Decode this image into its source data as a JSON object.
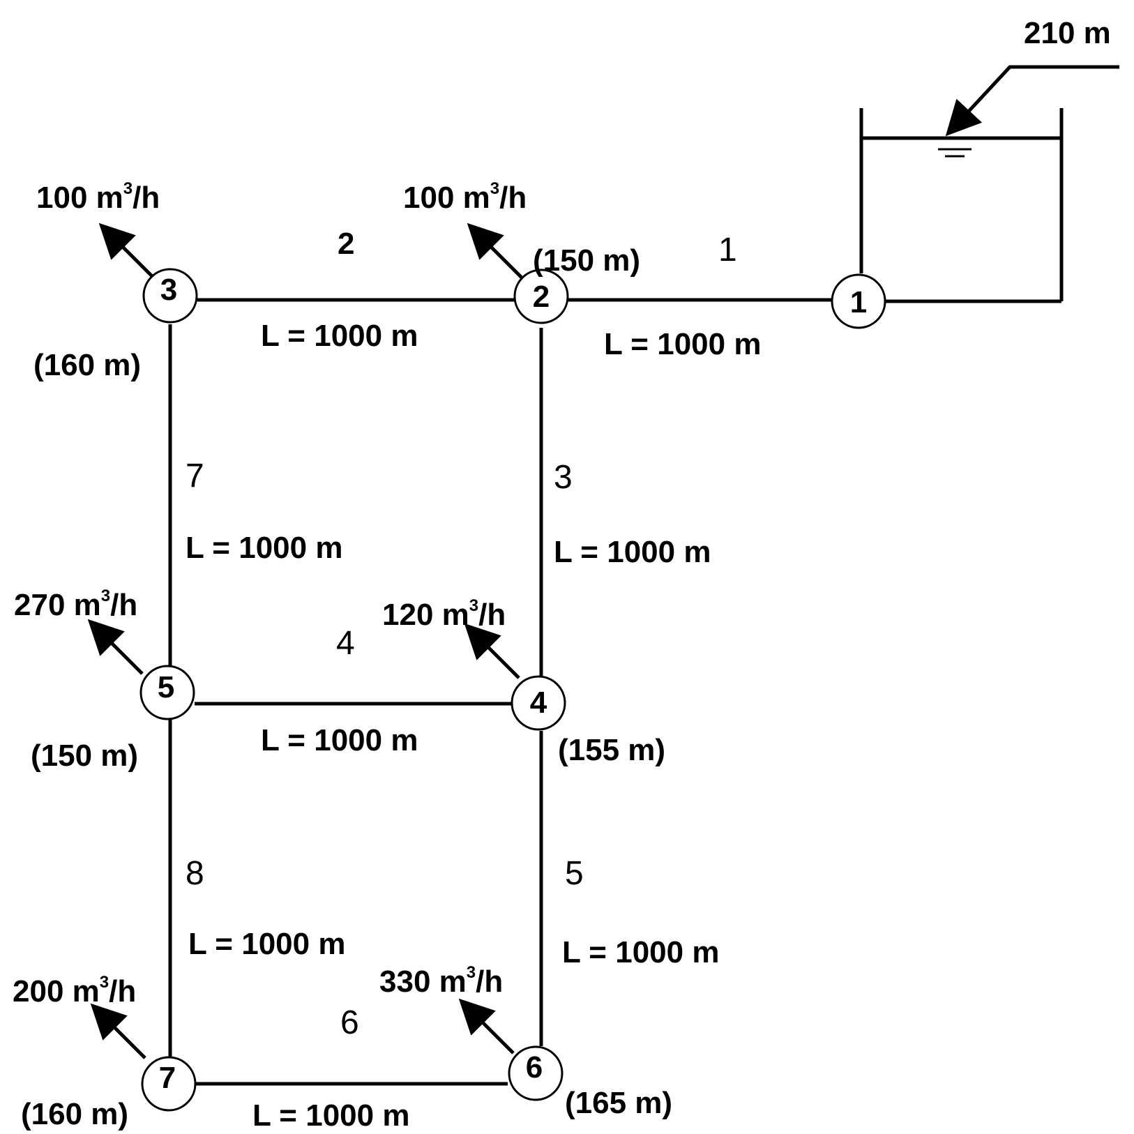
{
  "reservoir": {
    "level_label": "210 m"
  },
  "nodes": [
    {
      "id": "1",
      "label": "1"
    },
    {
      "id": "2",
      "label": "2",
      "elevation": "(150 m)",
      "demand_value": "100 m",
      "demand_sup": "3",
      "demand_unit": "/h"
    },
    {
      "id": "3",
      "label": "3",
      "elevation": "(160 m)",
      "demand_value": "100 m",
      "demand_sup": "3",
      "demand_unit": "/h"
    },
    {
      "id": "4",
      "label": "4",
      "elevation": "(155 m)",
      "demand_value": "120 m",
      "demand_sup": "3",
      "demand_unit": "/h"
    },
    {
      "id": "5",
      "label": "5",
      "elevation": "(150 m)",
      "demand_value": "270 m",
      "demand_sup": "3",
      "demand_unit": "/h"
    },
    {
      "id": "6",
      "label": "6",
      "elevation": "(165 m)",
      "demand_value": "330 m",
      "demand_sup": "3",
      "demand_unit": "/h"
    },
    {
      "id": "7",
      "label": "7",
      "elevation": "(160 m)",
      "demand_value": "200 m",
      "demand_sup": "3",
      "demand_unit": "/h"
    }
  ],
  "pipes": [
    {
      "id": "1",
      "label": "1",
      "length": "L = 1000 m"
    },
    {
      "id": "2",
      "label": "2",
      "length": "L = 1000 m"
    },
    {
      "id": "3",
      "label": "3",
      "length": "L = 1000 m"
    },
    {
      "id": "4",
      "label": "4",
      "length": "L = 1000 m"
    },
    {
      "id": "5",
      "label": "5",
      "length": "L = 1000 m"
    },
    {
      "id": "6",
      "label": "6",
      "length": "L = 1000 m"
    },
    {
      "id": "7",
      "label": "7",
      "length": "L = 1000 m"
    },
    {
      "id": "8",
      "label": "8",
      "length": "L = 1000 m"
    }
  ]
}
